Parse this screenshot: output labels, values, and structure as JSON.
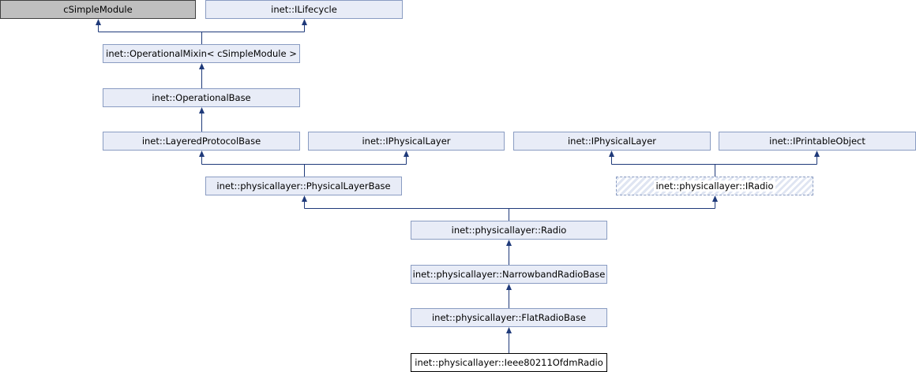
{
  "diagram": {
    "nodes": {
      "csimplemodule": "cSimpleModule",
      "ilifecycle": "inet::ILifecycle",
      "operational_mixin": "inet::OperationalMixin< cSimpleModule >",
      "operational_base": "inet::OperationalBase",
      "layered_protocol_base": "inet::LayeredProtocolBase",
      "iphysical_layer_1": "inet::IPhysicalLayer",
      "iphysical_layer_2": "inet::IPhysicalLayer",
      "iprintable_object": "inet::IPrintableObject",
      "physical_layer_base": "inet::physicallayer::PhysicalLayerBase",
      "iradio": "inet::physicallayer::IRadio",
      "radio": "inet::physicallayer::Radio",
      "narrowband_radio_base": "inet::physicallayer::NarrowbandRadioBase",
      "flat_radio_base": "inet::physicallayer::FlatRadioBase",
      "ieee80211_ofdm_radio": "inet::physicallayer::Ieee80211OfdmRadio"
    },
    "colors": {
      "node_fill": "#e8ecf7",
      "node_border": "#8a9cc2",
      "external_fill": "#bfbfbf",
      "edge": "#1f3a7a"
    }
  }
}
